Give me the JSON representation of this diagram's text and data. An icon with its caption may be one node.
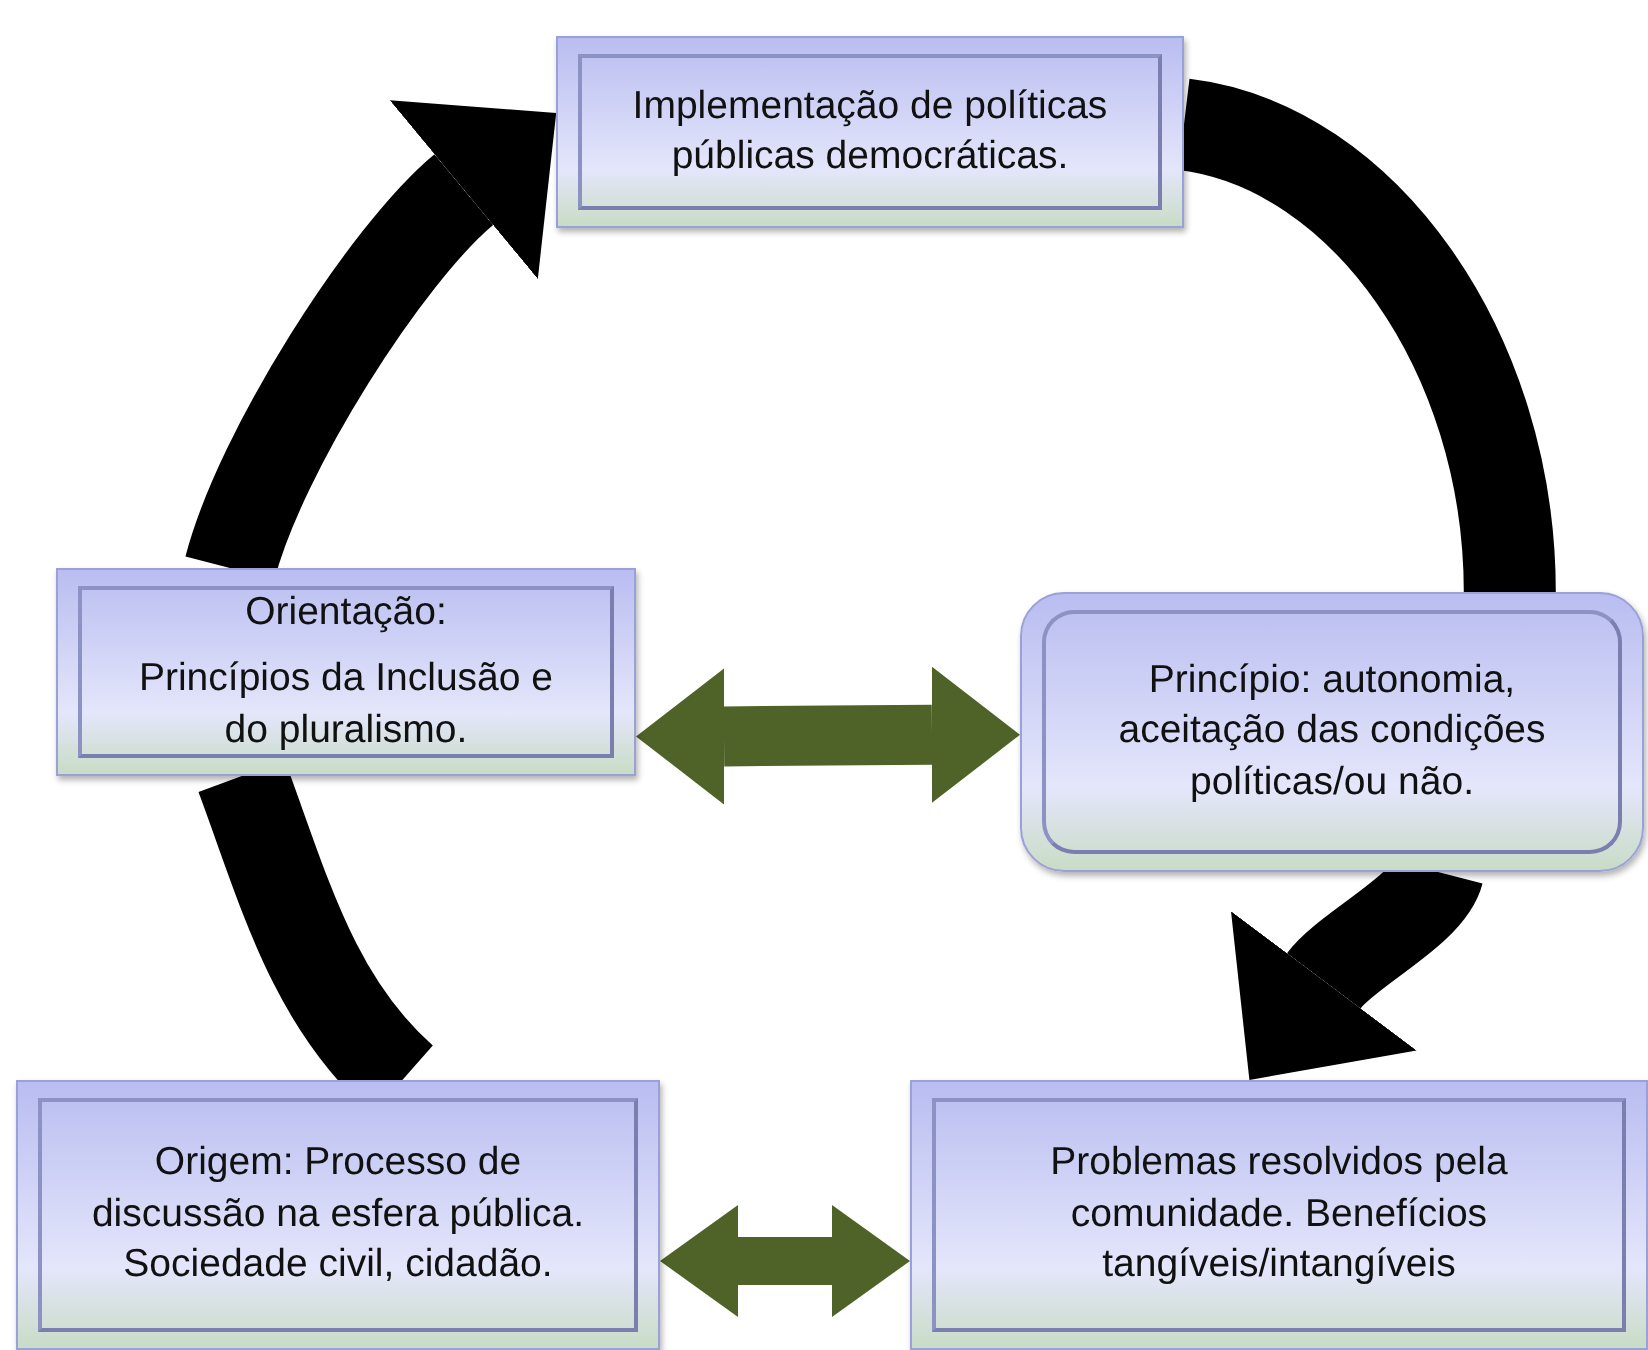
{
  "diagram": {
    "nodes": [
      {
        "text": [
          "Implementação de políticas públicas democráticas."
        ]
      },
      {
        "text": [
          "Orientação:",
          "Princípios da Inclusão e do pluralismo."
        ]
      },
      {
        "text": [
          "Princípio: autonomia, aceitação das condições políticas/ou não."
        ]
      },
      {
        "text": [
          "Origem: Processo de discussão  na esfera pública. Sociedade civil, cidadão."
        ]
      },
      {
        "text": [
          "Problemas resolvidos pela comunidade. Benefícios tangíveis/intangíveis"
        ]
      }
    ],
    "edges": [
      {
        "from": 0,
        "to": 2,
        "arrow": "none"
      },
      {
        "from": 2,
        "to": 4,
        "arrow": "to"
      },
      {
        "from": 3,
        "to": 1,
        "arrow": "none"
      },
      {
        "from": 1,
        "to": 0,
        "arrow": "to"
      },
      {
        "from": 1,
        "to": 2,
        "arrow": "both",
        "color": "#4f6228"
      },
      {
        "from": 3,
        "to": 4,
        "arrow": "both",
        "color": "#4f6228"
      }
    ]
  }
}
